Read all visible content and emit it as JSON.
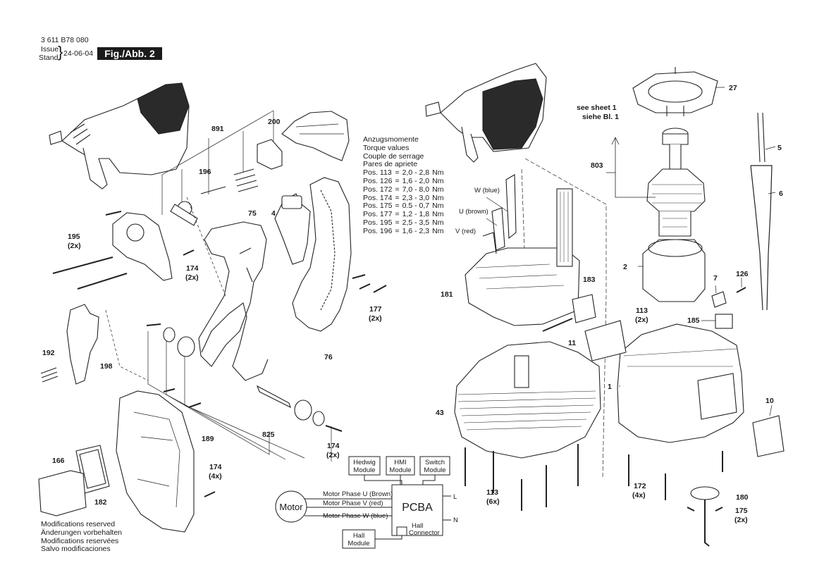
{
  "header": {
    "doc_number": "3 611 B78 080",
    "issue_label": "Issue",
    "stand_label": "Stand",
    "date": "24-06-04",
    "figure_label": "Fig./Abb. 2"
  },
  "torque": {
    "titles": [
      "Anzugsmomente",
      "Torque values",
      "Couple de serrage",
      "Pares de apriete"
    ],
    "rows": [
      {
        "pos": "Pos. 113",
        "eq": "=",
        "value": "2,0 - 2,8",
        "unit": "Nm"
      },
      {
        "pos": "Pos. 126",
        "eq": "=",
        "value": "1,6 - 2,0",
        "unit": "Nm"
      },
      {
        "pos": "Pos. 172",
        "eq": "=",
        "value": "7,0 - 8,0",
        "unit": "Nm"
      },
      {
        "pos": "Pos. 174",
        "eq": "=",
        "value": "2,3 - 3,0",
        "unit": "Nm"
      },
      {
        "pos": "Pos. 175",
        "eq": "=",
        "value": "0.5 - 0,7",
        "unit": "Nm"
      },
      {
        "pos": "Pos. 177",
        "eq": "=",
        "value": "1,2 - 1,8",
        "unit": "Nm"
      },
      {
        "pos": "Pos. 195",
        "eq": "=",
        "value": "2,5 - 3,5",
        "unit": "Nm"
      },
      {
        "pos": "Pos. 196",
        "eq": "=",
        "value": "1,6 - 2,3",
        "unit": "Nm"
      }
    ]
  },
  "parts": [
    {
      "label": "891"
    },
    {
      "label": "200"
    },
    {
      "label": "196"
    },
    {
      "label": "75"
    },
    {
      "label": "4"
    },
    {
      "label": "195"
    },
    {
      "label": "(2x)"
    },
    {
      "label": "174"
    },
    {
      "label": "(2x)"
    },
    {
      "label": "177"
    },
    {
      "label": "(2x)"
    },
    {
      "label": "76"
    },
    {
      "label": "192"
    },
    {
      "label": "198"
    },
    {
      "label": "825"
    },
    {
      "label": "174"
    },
    {
      "label": "(2x)"
    },
    {
      "label": "189"
    },
    {
      "label": "166"
    },
    {
      "label": "174"
    },
    {
      "label": "(4x)"
    },
    {
      "label": "182"
    },
    {
      "label": "27"
    },
    {
      "label": "5"
    },
    {
      "label": "6"
    },
    {
      "label": "803"
    },
    {
      "label": "2"
    },
    {
      "label": "7"
    },
    {
      "label": "126"
    },
    {
      "label": "113"
    },
    {
      "label": "(2x)"
    },
    {
      "label": "185"
    },
    {
      "label": "11"
    },
    {
      "label": "1"
    },
    {
      "label": "10"
    },
    {
      "label": "181"
    },
    {
      "label": "183"
    },
    {
      "label": "43"
    },
    {
      "label": "113"
    },
    {
      "label": "(6x)"
    },
    {
      "label": "172"
    },
    {
      "label": "(4x)"
    },
    {
      "label": "180"
    },
    {
      "label": "175"
    },
    {
      "label": "(2x)"
    }
  ],
  "see_sheet": [
    "see sheet 1",
    "siehe Bl. 1"
  ],
  "wires": [
    "W (blue)",
    "U (brown)",
    "V (red)"
  ],
  "schematic": {
    "hedwig": [
      "Hedwig",
      "Module"
    ],
    "hmi": [
      "HMI",
      "Module"
    ],
    "switch": [
      "Switch",
      "Module"
    ],
    "pcba": "PCBA",
    "motor": "Motor",
    "phases": [
      "Motor Phase U (Brown)",
      "Motor Phase V (red)",
      "Motor Phase W (blue)"
    ],
    "l": "L",
    "n": "N",
    "hall_connector": [
      "Hall",
      "Connector"
    ],
    "hall_module": [
      "Hall",
      "Module"
    ]
  },
  "modifications": [
    "Modifications reserved",
    "Änderungen vorbehalten",
    "Modifications reservées",
    "Salvo modificaciones"
  ]
}
